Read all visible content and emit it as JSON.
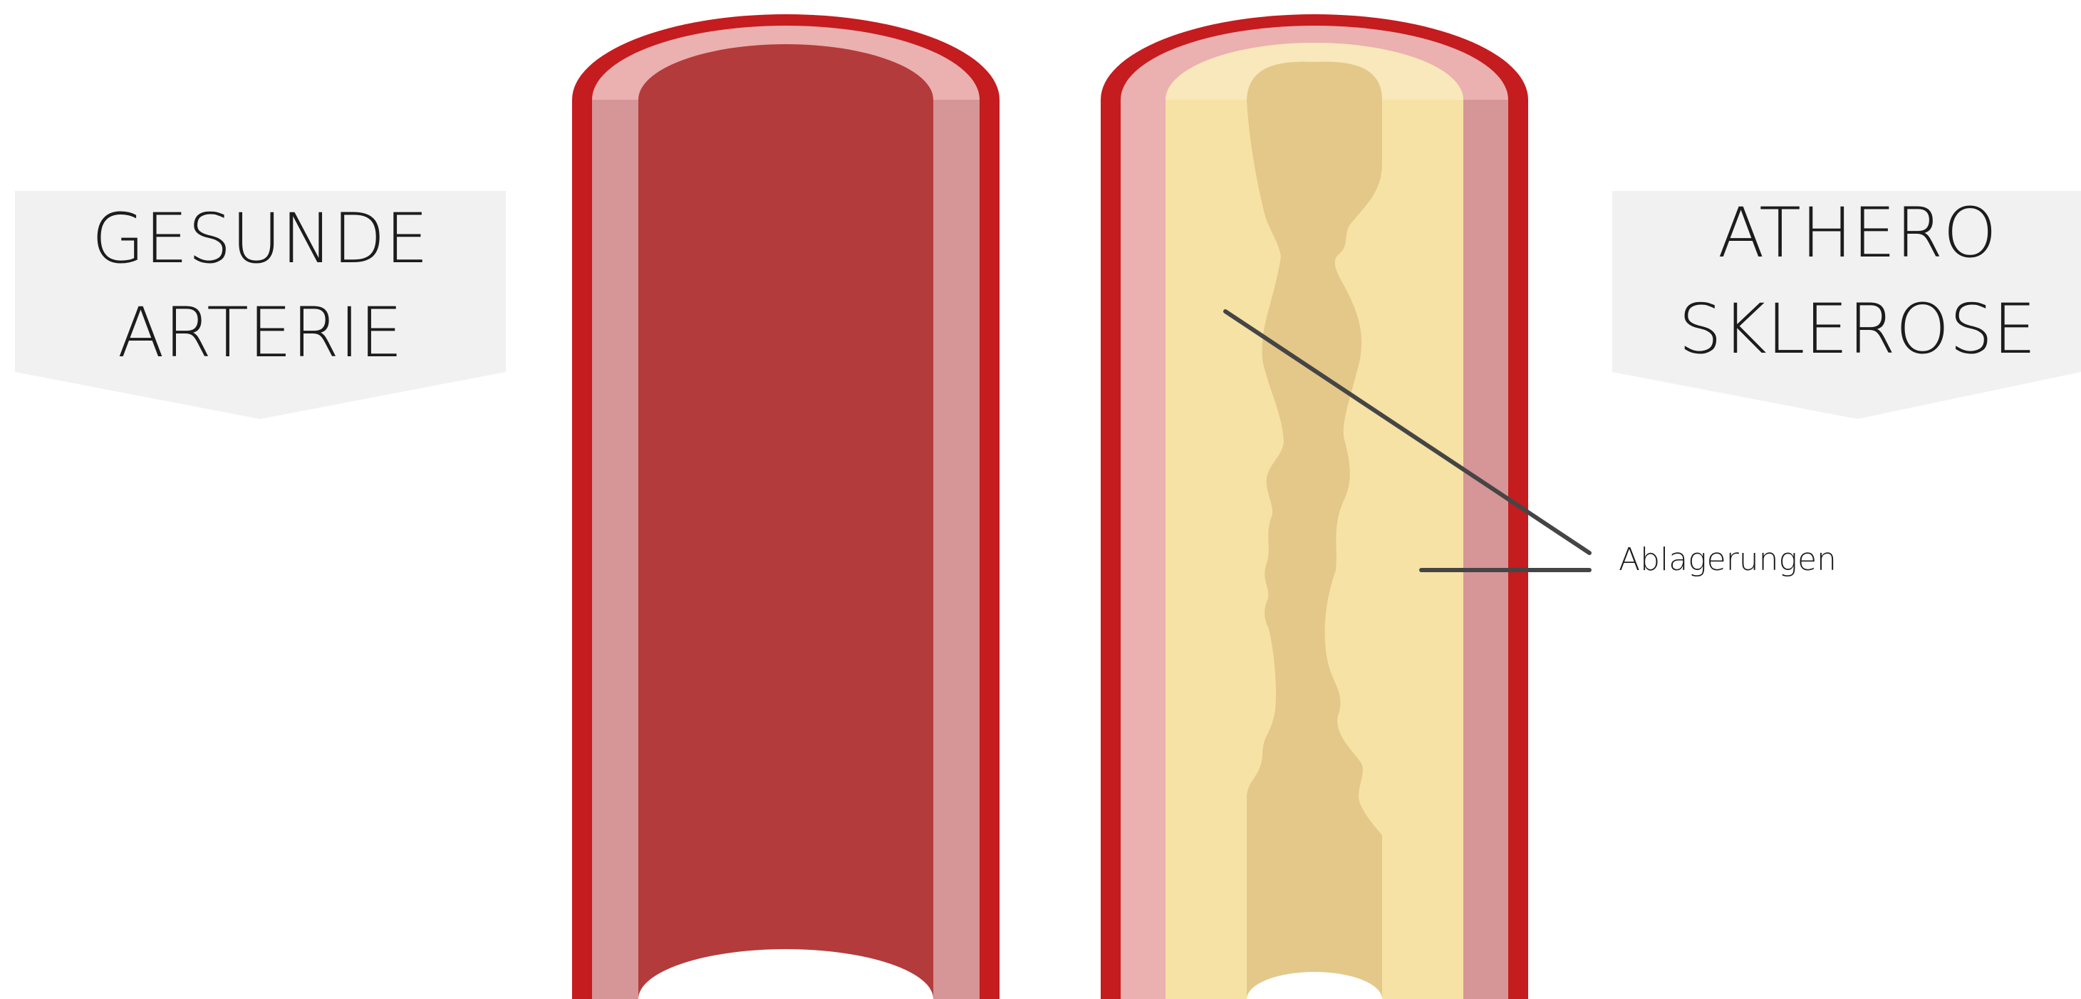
{
  "labels": {
    "healthy_line1": "GESUNDE",
    "healthy_line2": "ARTERIE",
    "disease_line1": "ATHERO",
    "disease_line2": "SKLEROSE",
    "deposits": "Ablagerungen"
  },
  "colors": {
    "outer_wall": "#c41c1f",
    "middle_wall": "#d69596",
    "cap_middle": "#ebb0b0",
    "blood": "#b43b3b",
    "plaque_light": "#f6e2a4",
    "plaque_cap": "#f8e8bb",
    "plaque_dark": "#e4c889",
    "banner": "#f1f1f1",
    "leader_line": "#454545",
    "text": "#1c1c1c"
  }
}
